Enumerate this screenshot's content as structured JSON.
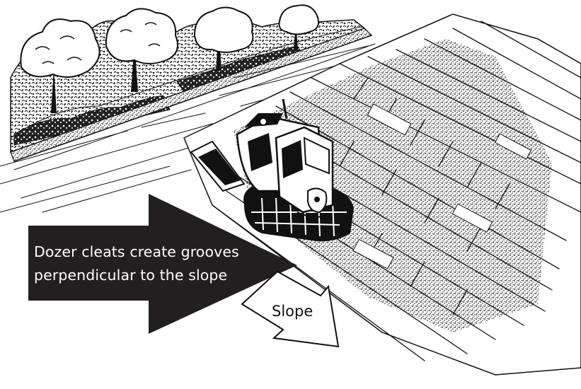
{
  "callout": {
    "line1": "Dozer cleats create grooves",
    "line2": "perpendicular to the slope"
  },
  "slope_label": "Slope",
  "colors": {
    "callout_fill": "#231f20",
    "callout_text": "#ffffff",
    "ink": "#111111",
    "background": "#ffffff"
  },
  "icons": [
    "tree-icon",
    "bulldozer-icon",
    "callout-arrow-icon",
    "slope-arrow-icon"
  ]
}
